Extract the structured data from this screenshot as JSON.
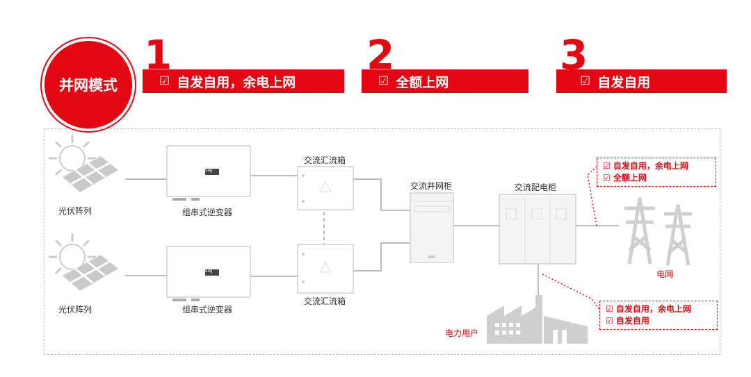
{
  "header": {
    "mode_title": "并网模式",
    "options": [
      {
        "number": "1",
        "checkbox": "☑",
        "label": "自发自用，余电上网"
      },
      {
        "number": "2",
        "checkbox": "☑",
        "label": "全额上网"
      },
      {
        "number": "3",
        "checkbox": "☑",
        "label": "自发自用"
      }
    ]
  },
  "diagram": {
    "pv_array_top": "光伏阵列",
    "pv_array_bottom": "光伏阵列",
    "inverter_top": "组串式逆变器",
    "inverter_bottom": "组串式逆变器",
    "inverter_brand": "SAJ",
    "combiner_top": "交流汇流箱",
    "combiner_bottom": "交流汇流箱",
    "grid_cabinet": "交流并网柜",
    "distribution_cabinet": "交流配电柜",
    "grid": "电网",
    "power_user": "电力用户",
    "note_grid": [
      "☑ 自发自用，余电上网",
      "☑ 全额上网"
    ],
    "note_user": [
      "☑ 自发自用，余电上网",
      "☑ 自发自用"
    ]
  },
  "colors": {
    "accent": "#e30613",
    "line": "#9e9e9e",
    "device": "#d9d9d9"
  }
}
